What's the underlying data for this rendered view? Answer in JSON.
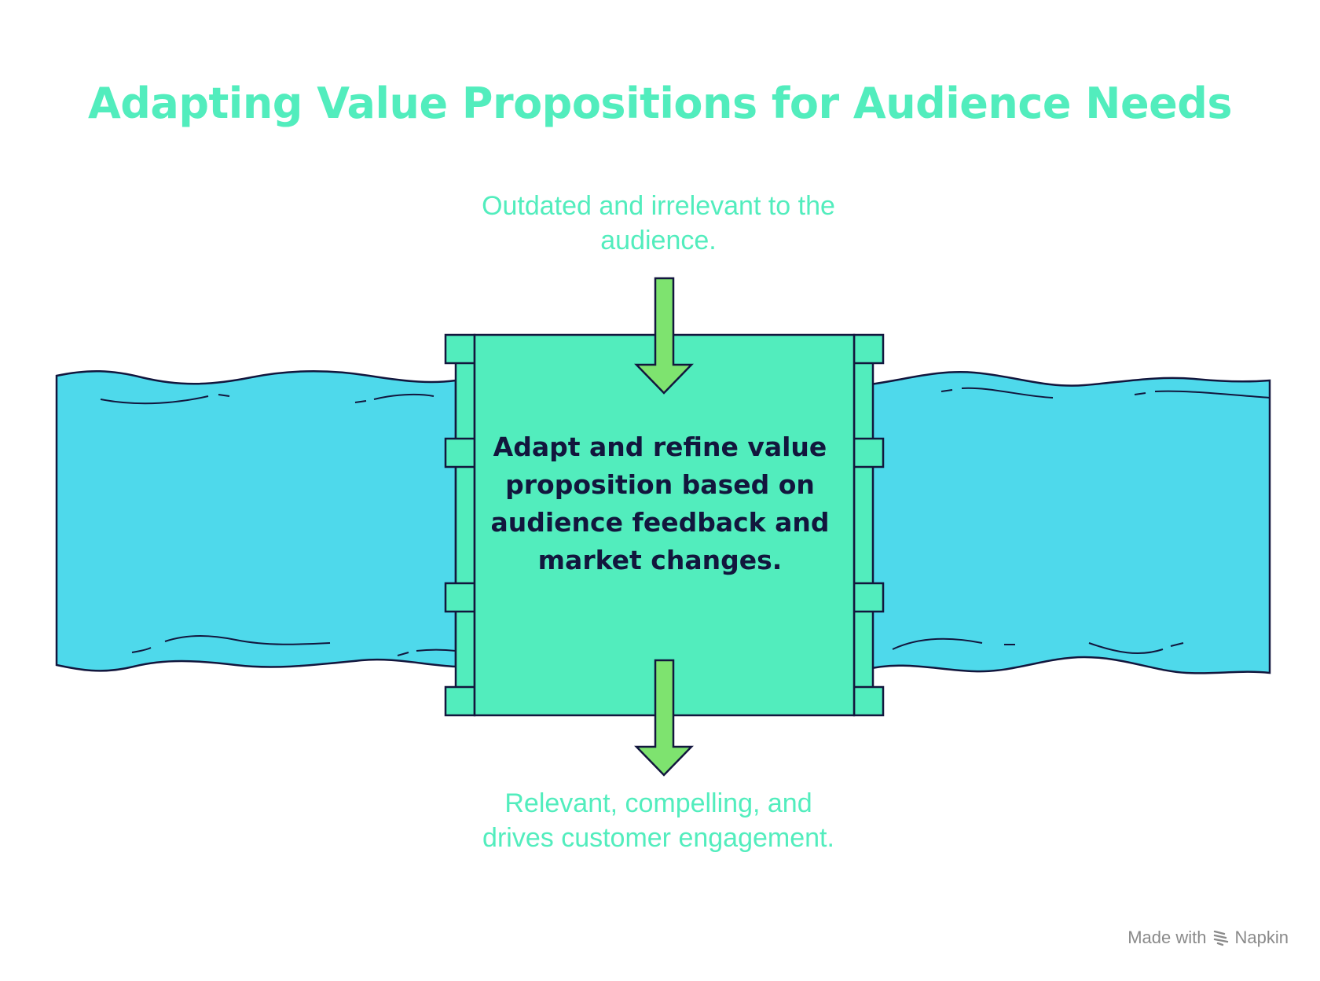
{
  "title": "Adapting Value Propositions for Audience Needs",
  "input_label": "Outdated and irrelevant to the audience.",
  "center_label": "Adapt and refine value proposition based on audience feedback and market changes.",
  "output_label": "Relevant, compelling, and drives customer engagement.",
  "footer": {
    "made_with": "Made with",
    "brand": "Napkin"
  },
  "colors": {
    "title": "#52edbd",
    "water": "#4ed9eb",
    "box": "#52edbd",
    "arrow": "#7ee36f",
    "outline": "#12163d",
    "label": "#52edbd"
  }
}
